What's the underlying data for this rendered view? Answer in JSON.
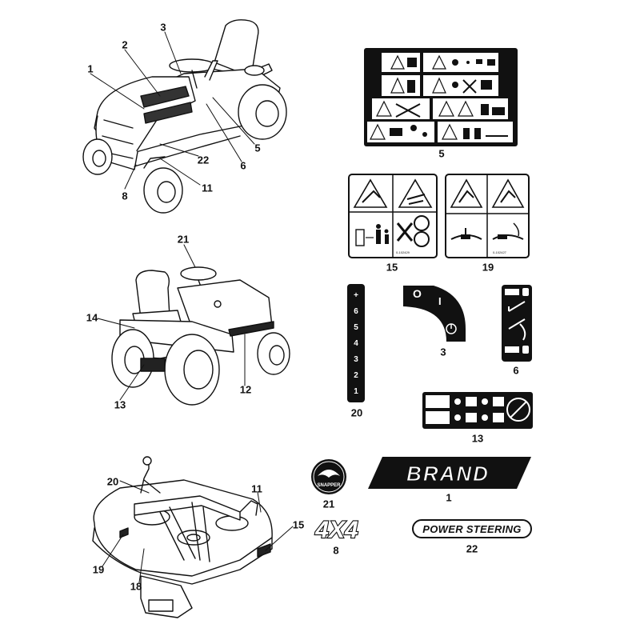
{
  "callouts": [
    {
      "id": "c1",
      "label": "1"
    },
    {
      "id": "c2",
      "label": "2"
    },
    {
      "id": "c3",
      "label": "3"
    },
    {
      "id": "c5",
      "label": "5"
    },
    {
      "id": "c6",
      "label": "6"
    },
    {
      "id": "c22",
      "label": "22"
    },
    {
      "id": "c8",
      "label": "8"
    },
    {
      "id": "c11",
      "label": "11"
    },
    {
      "id": "c21",
      "label": "21"
    },
    {
      "id": "c14",
      "label": "14"
    },
    {
      "id": "c13",
      "label": "13"
    },
    {
      "id": "c12",
      "label": "12"
    },
    {
      "id": "c20",
      "label": "20"
    },
    {
      "id": "c11b",
      "label": "11"
    },
    {
      "id": "c15",
      "label": "15"
    },
    {
      "id": "c19",
      "label": "19"
    },
    {
      "id": "c18",
      "label": "18"
    }
  ],
  "decals": {
    "d5": {
      "label": "5"
    },
    "d15": {
      "label": "15",
      "code": "0-102429"
    },
    "d19": {
      "label": "19",
      "code": "0-102427"
    },
    "d20": {
      "label": "20",
      "marks": [
        "+",
        "6",
        "5",
        "4",
        "3",
        "2",
        "1"
      ]
    },
    "d3": {
      "label": "3",
      "off": "O",
      "on": "I"
    },
    "d6": {
      "label": "6"
    },
    "d13": {
      "label": "13"
    },
    "d21": {
      "label": "21",
      "text": "SNAPPER"
    },
    "d1": {
      "label": "1",
      "text": "BRAND"
    },
    "d8": {
      "label": "8",
      "text": "4X4"
    },
    "d22": {
      "label": "22",
      "text": "POWER STEERING"
    }
  }
}
